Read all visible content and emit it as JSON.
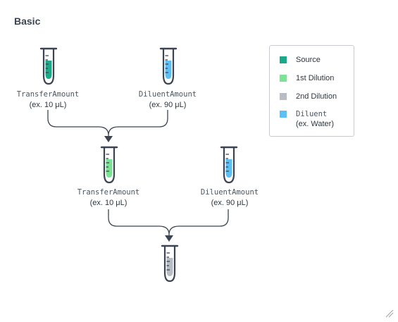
{
  "heading": "Basic",
  "tubes": [
    {
      "id": "source",
      "fill": "source"
    },
    {
      "id": "diluent-top",
      "fill": "diluent"
    },
    {
      "id": "first-dilution",
      "fill": "first"
    },
    {
      "id": "diluent-middle",
      "fill": "diluent"
    },
    {
      "id": "second-dilution",
      "fill": "second"
    }
  ],
  "labels": {
    "top_transfer": {
      "name": "TransferAmount",
      "amount": "(ex. 10 μL)"
    },
    "top_diluent": {
      "name": "DiluentAmount",
      "amount": "(ex. 90 μL)"
    },
    "mid_transfer": {
      "name": "TransferAmount",
      "amount": "(ex. 10 μL)"
    },
    "mid_diluent": {
      "name": "DiluentAmount",
      "amount": "(ex. 90 μL)"
    }
  },
  "legend": {
    "source": {
      "label": "Source",
      "color": "#1aa989"
    },
    "first": {
      "label": "1st Dilution",
      "color": "#7be393"
    },
    "second": {
      "label": "2nd Dilution",
      "color": "#b8bdc4"
    },
    "diluent": {
      "label": "Diluent",
      "sub": "(ex. Water)",
      "color": "#5bc0f5"
    }
  },
  "colors": {
    "outline": "#3b4450",
    "connector": "#3b4450"
  },
  "icons": {
    "tube": "test-tube-icon",
    "arrow": "arrow-down-icon",
    "grip": "resize-grip-icon"
  }
}
